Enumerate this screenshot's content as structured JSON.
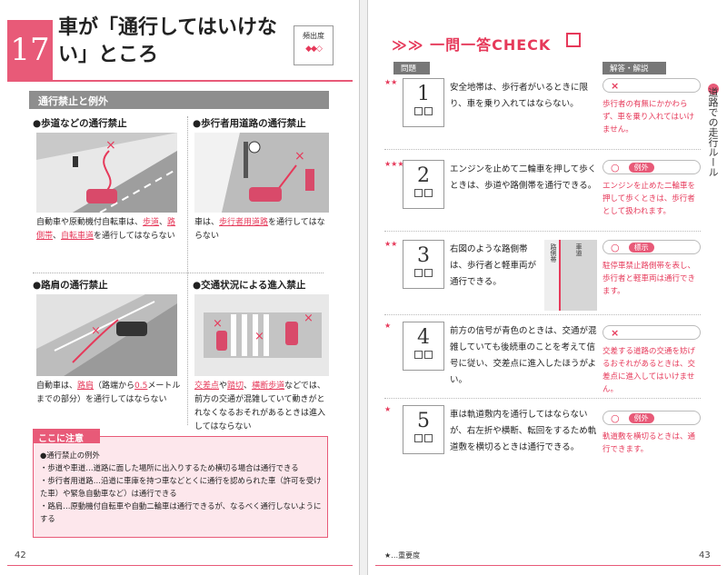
{
  "left": {
    "chapter_number": "17",
    "chapter_title": "車が「通行してはいけない」ところ",
    "frequency_label": "頻出度",
    "frequency_marks": "◆◆◇",
    "section_title": "通行禁止と例外",
    "panels": [
      {
        "heading": "●歩道などの通行禁止",
        "caption_parts": [
          "自動車や原動機付自転車は、",
          "歩道",
          "、",
          "路側帯",
          "、",
          "自転車道",
          "を通行してはならない"
        ]
      },
      {
        "heading": "●歩行者用道路の通行禁止",
        "caption_parts": [
          "車は、",
          "歩行者用道路",
          "を通行してはならない"
        ]
      },
      {
        "heading": "●路肩の通行禁止",
        "caption_parts": [
          "自動車は、",
          "路肩",
          "（路端から",
          "0.5",
          "メートルまでの部分）を通行してはならない"
        ]
      },
      {
        "heading": "●交通状況による進入禁止",
        "caption_parts": [
          "交差点",
          "や",
          "踏切",
          "、",
          "横断歩道",
          "などでは、前方の交通が混雑していて動きがとれなくなるおそれがあるときは進入してはならない"
        ]
      }
    ],
    "note_title": "ここに注意",
    "note_lines": [
      "●通行禁止の例外",
      "・歩道や車道…道路に面した場所に出入りするため横切る場合は通行できる",
      "・歩行者用道路…沿道に車庫を持つ車などとくに通行を認められた車（許可を受けた車）や緊急自動車など）は通行できる",
      "・路肩…原動機付自転車や自動二輪車は通行できるが、なるべく通行しないようにする"
    ],
    "page_number": "42"
  },
  "right": {
    "header_title": "一問一答CHECK",
    "arrows": "≫≫",
    "question_header": "問題",
    "answer_header": "解答・解説",
    "side_tab": "道路での走行ルール",
    "items": [
      {
        "number": "1",
        "stars": "★★",
        "question": "安全地帯は、歩行者がいるときに限り、車を乗り入れてはならない。",
        "mark": "×",
        "tag": "",
        "explanation": "歩行者の有無にかかわらず、車を乗り入れてはいけません。"
      },
      {
        "number": "2",
        "stars": "★★★",
        "question": "エンジンを止めて二輪車を押して歩くときは、歩道や路側帯を通行できる。",
        "mark": "○",
        "tag": "例外",
        "explanation": "エンジンを止めた二輪車を押して歩くときは、歩行者として扱われます。"
      },
      {
        "number": "3",
        "stars": "★★",
        "question": "右図のような路側帯は、歩行者と軽車両が通行できる。",
        "mark": "○",
        "tag": "標示",
        "explanation": "駐停車禁止路側帯を表し、歩行者と軽車両は通行できます。",
        "diagram_labels": [
          "路側帯",
          "車道"
        ]
      },
      {
        "number": "4",
        "stars": "★",
        "question": "前方の信号が青色のときは、交通が混雑していても後続車のことを考えて信号に従い、交差点に進入したほうがよい。",
        "mark": "×",
        "tag": "",
        "explanation": "交差する道路の交通を妨げるおそれがあるときは、交差点に進入してはいけません。"
      },
      {
        "number": "5",
        "stars": "★",
        "question": "車は軌道敷内を通行してはならないが、右左折や横断、転回をするため軌道敷を横切るときは通行できる。",
        "mark": "○",
        "tag": "例外",
        "explanation": "軌道敷を横切るときは、通行できます。"
      }
    ],
    "legend": "★…重要度",
    "page_number": "43"
  },
  "colors": {
    "accent": "#e6395a",
    "header_pink": "#e85a78",
    "gray_bar": "#8e8e8e"
  }
}
